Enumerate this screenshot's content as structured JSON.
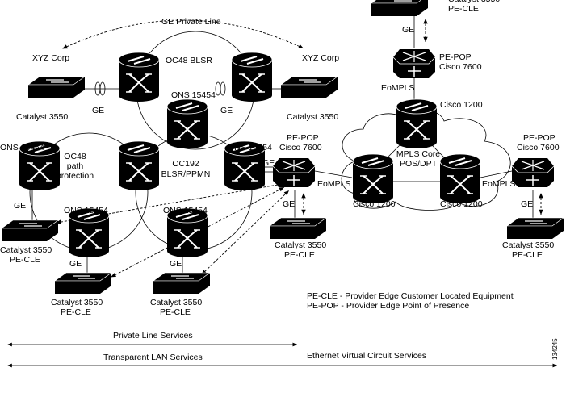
{
  "title_labels": {
    "ge_private_line": "GE Private Line",
    "oc48_blsr": "OC48 BLSR",
    "oc48_path": [
      "OC48",
      "path",
      "protection"
    ],
    "oc192": [
      "OC192",
      "BLSR/PPMN"
    ],
    "mpls_core": [
      "MPLS Core",
      "POS/DPT"
    ]
  },
  "devices": {
    "xyz_left": {
      "top": "XYZ Corp",
      "bottom": "Catalyst 3550"
    },
    "xyz_right": {
      "top": "XYZ Corp",
      "bottom": "Catalyst 3550"
    },
    "ons_label": "ONS 15454",
    "catalyst": "Catalyst 3550",
    "pe_cle": "PE-CLE",
    "pe_pop": "PE-POP",
    "cisco7600": "Cisco 7600",
    "cisco1200": "Cisco 1200"
  },
  "link_labels": {
    "ge": "GE",
    "eompls": "EoMPLS"
  },
  "legend": [
    "PE-CLE - Provider Edge Customer Located Equipment",
    "PE-POP - Provider Edge Point of Presence"
  ],
  "services": {
    "private_line": "Private Line Services",
    "transparent_lan": "Transparent LAN Services",
    "evc": "Ethernet Virtual Circuit Services"
  },
  "figure_id": "134245"
}
